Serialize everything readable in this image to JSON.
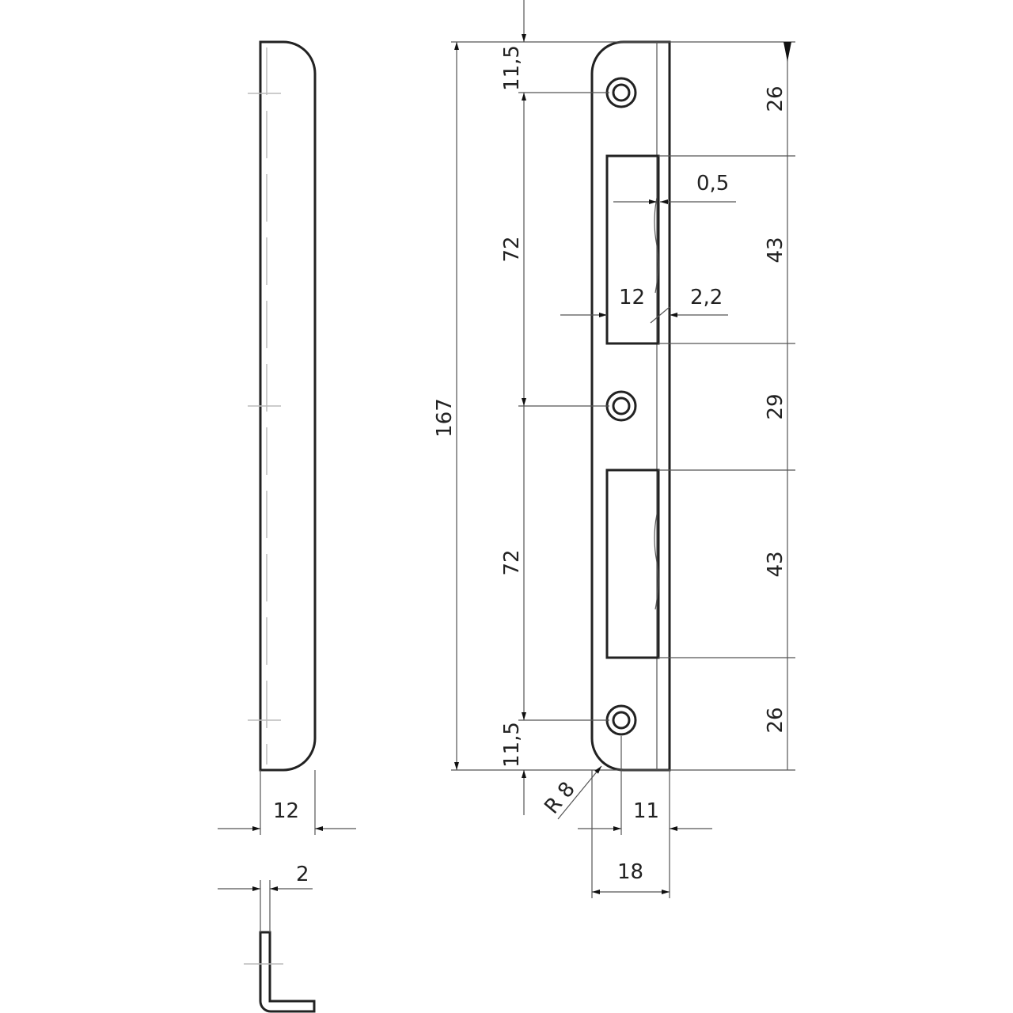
{
  "drawing": {
    "overall_length": "167",
    "hole_offset_top": "11,5",
    "hole_spacing_upper": "72",
    "hole_spacing_lower": "72",
    "hole_offset_bottom": "11,5",
    "right_dims": [
      "26",
      "43",
      "29",
      "43",
      "26"
    ],
    "slot_offset": "0,5",
    "slot_width": "12",
    "lip_offset": "2,2",
    "side_width": "12",
    "thickness": "2",
    "radius": "R 8",
    "hole_center_offset": "11",
    "plate_width": "18"
  }
}
